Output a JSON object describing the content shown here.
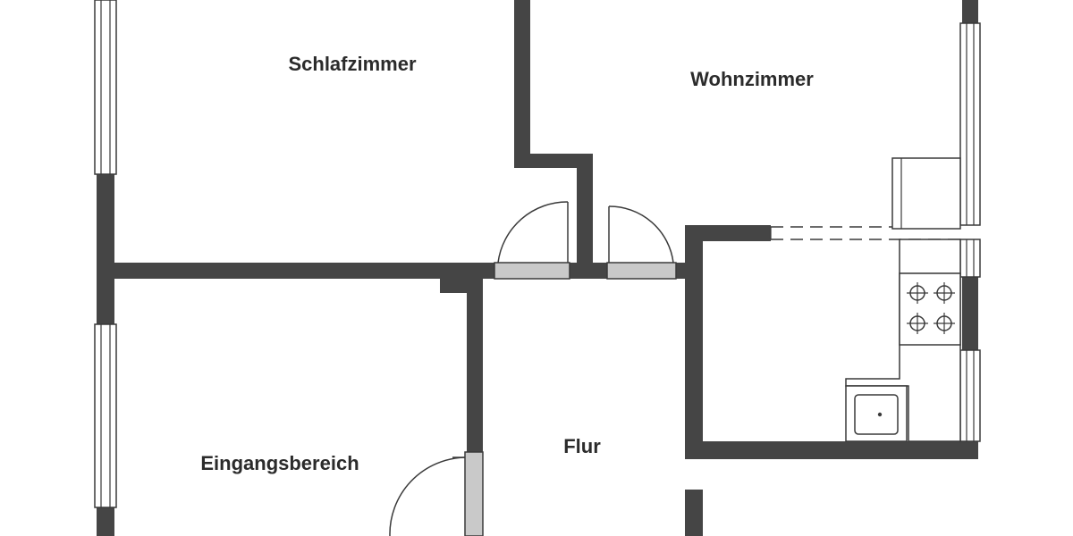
{
  "floorplan": {
    "rooms": {
      "schlafzimmer": "Schlafzimmer",
      "wohnzimmer": "Wohnzimmer",
      "eingangsbereich": "Eingangsbereich",
      "flur": "Flur"
    }
  }
}
